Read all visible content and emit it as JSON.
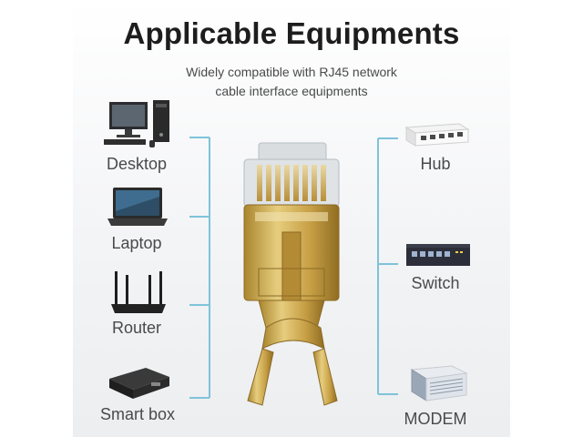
{
  "header": {
    "title": "Applicable Equipments",
    "subtitle_line1": "Widely compatible with RJ45 network",
    "subtitle_line2": "cable interface equipments"
  },
  "left_devices": [
    {
      "label": "Desktop",
      "icon": "desktop-computer-icon"
    },
    {
      "label": "Laptop",
      "icon": "laptop-icon"
    },
    {
      "label": "Router",
      "icon": "router-icon"
    },
    {
      "label": "Smart box",
      "icon": "smart-box-icon"
    }
  ],
  "right_devices": [
    {
      "label": "Hub",
      "icon": "hub-icon"
    },
    {
      "label": "Switch",
      "icon": "switch-icon"
    },
    {
      "label": "MODEM",
      "icon": "modem-icon"
    }
  ],
  "colors": {
    "connector_gold": "#c9a54a",
    "bracket_line": "#7ec3da",
    "text_dark": "#1d1d1d",
    "text_gray": "#4a4a4a"
  }
}
